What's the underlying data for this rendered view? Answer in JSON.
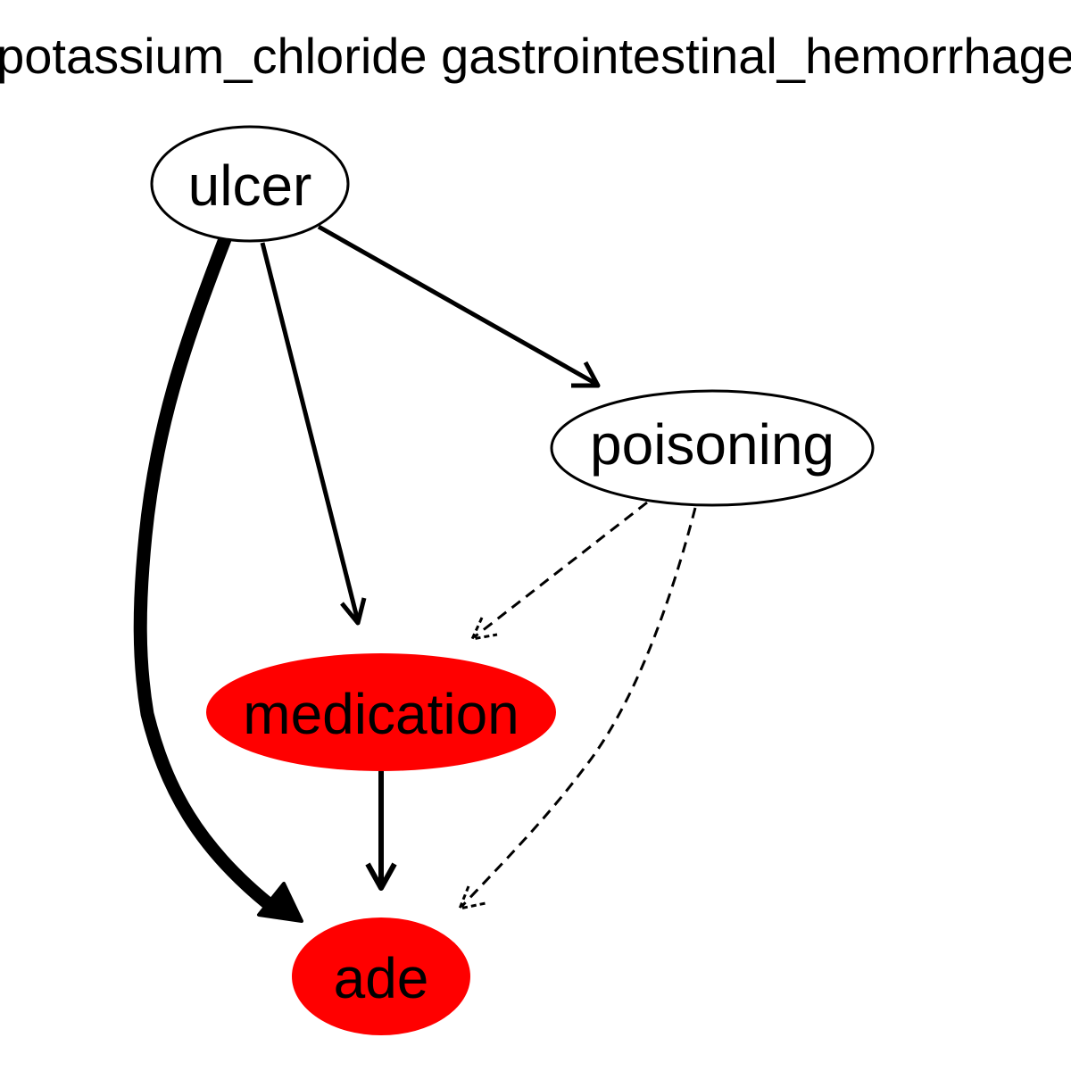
{
  "title": "potassium_chloride gastrointestinal_hemorrhage",
  "colors": {
    "highlight": "#ff0000",
    "default_fill": "#ffffff",
    "stroke": "#000000"
  },
  "nodes": [
    {
      "id": "ulcer",
      "label": "ulcer",
      "highlighted": false
    },
    {
      "id": "poisoning",
      "label": "poisoning",
      "highlighted": false
    },
    {
      "id": "medication",
      "label": "medication",
      "highlighted": true
    },
    {
      "id": "ade",
      "label": "ade",
      "highlighted": true
    }
  ],
  "edges": [
    {
      "from": "ulcer",
      "to": "ade",
      "style": "solid",
      "weight": "heavy"
    },
    {
      "from": "ulcer",
      "to": "medication",
      "style": "solid",
      "weight": "normal"
    },
    {
      "from": "ulcer",
      "to": "poisoning",
      "style": "solid",
      "weight": "normal"
    },
    {
      "from": "poisoning",
      "to": "medication",
      "style": "dashed",
      "weight": "light"
    },
    {
      "from": "poisoning",
      "to": "ade",
      "style": "dashed",
      "weight": "light"
    },
    {
      "from": "medication",
      "to": "ade",
      "style": "solid",
      "weight": "normal"
    }
  ]
}
